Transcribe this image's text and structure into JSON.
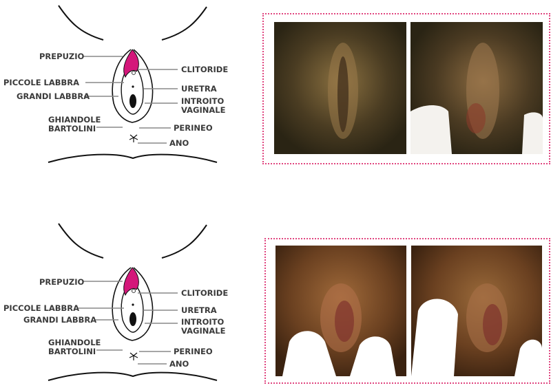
{
  "diagram_labels": {
    "prepuzio": "PREPUZIO",
    "clitoride": "CLITORIDE",
    "piccole_labbra": "PICCOLE LABBRA",
    "uretra": "URETRA",
    "grandi_labbra": "GRANDI LABBRA",
    "introito_line1": "INTROITO",
    "introito_line2": "VAGINALE",
    "ghiandole_line1": "GHIANDOLE",
    "ghiandole_line2": "BARTOLINI",
    "perineo": "PERINEO",
    "ano": "ANO"
  },
  "colors": {
    "clitoral_hood": "#d4177a",
    "frame_border": "#e0457f",
    "label_text": "#3a3a3a",
    "line": "#111111"
  }
}
